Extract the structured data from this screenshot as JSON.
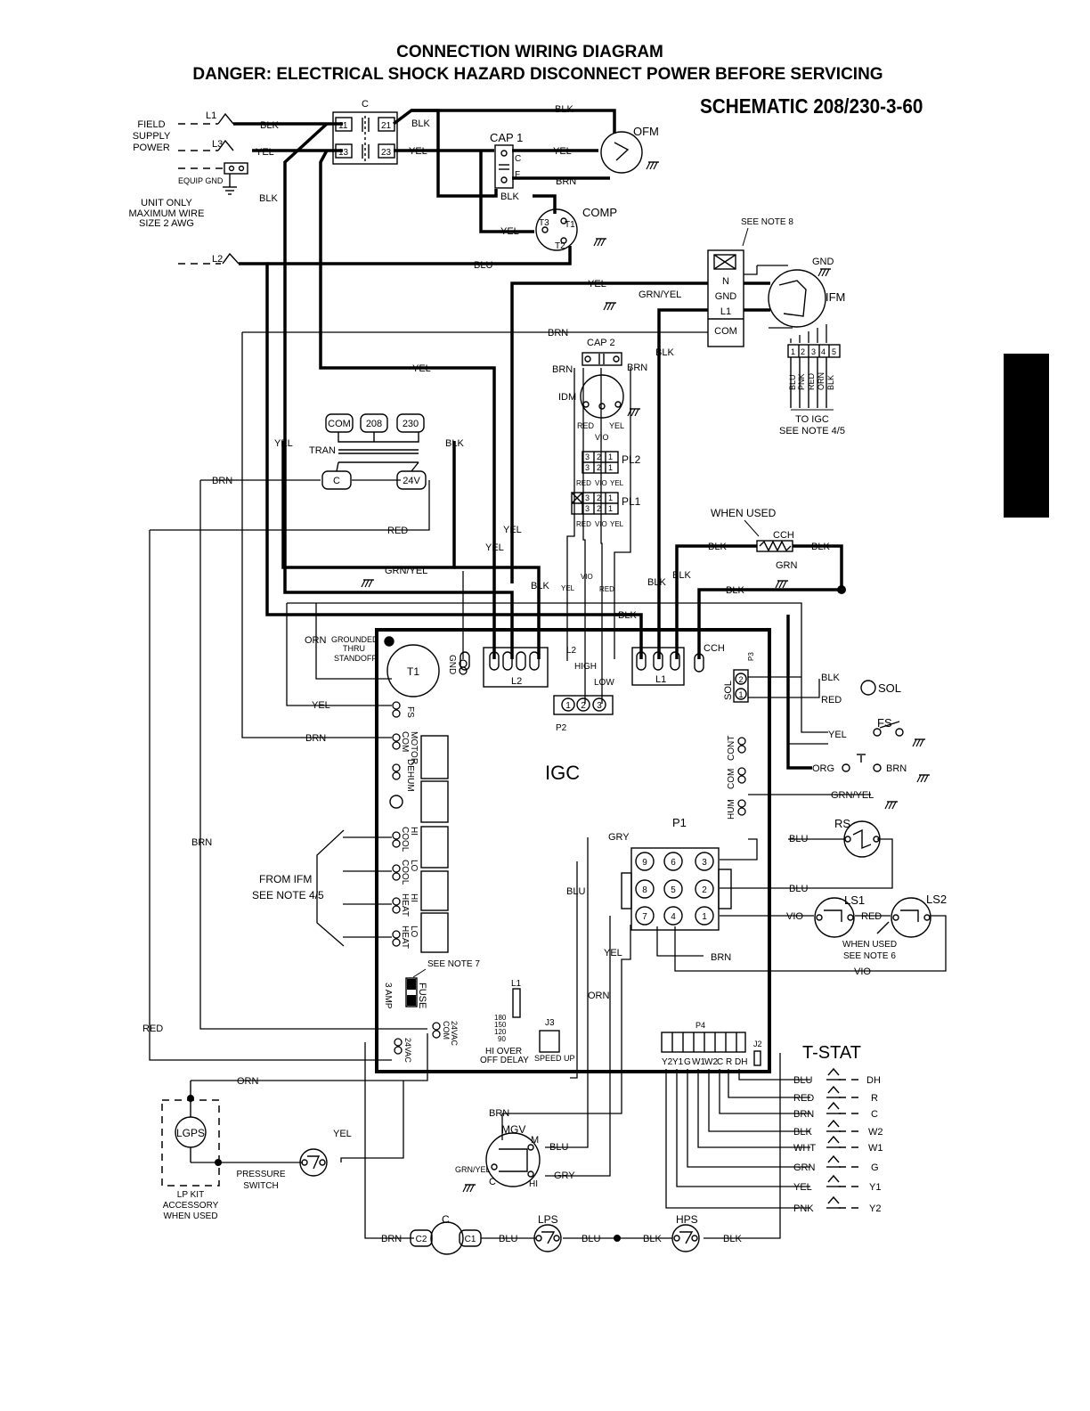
{
  "header": {
    "title": "CONNECTION WIRING DIAGRAM",
    "danger": "DANGER:  ELECTRICAL SHOCK HAZARD DISCONNECT POWER BEFORE SERVICING",
    "schematic": "SCHEMATIC  208/230-3-60"
  },
  "supply": {
    "field1": "FIELD",
    "field2": "SUPPLY",
    "field3": "POWER",
    "l1": "L1",
    "l2": "L2",
    "l3": "L3",
    "equip_gnd": "EQUIP GND",
    "unit1": "UNIT ONLY",
    "unit2": "MAXIMUM WIRE",
    "unit3": "SIZE 2 AWG"
  },
  "contactor": {
    "label": "C",
    "t11": "11",
    "t13": "13",
    "t21": "21",
    "t23": "23"
  },
  "wires": {
    "blk": "BLK",
    "yel": "YEL",
    "brn": "BRN",
    "blu": "BLU",
    "red": "RED",
    "org": "ORG",
    "orn": "ORN",
    "grn": "GRN",
    "wht": "WHT",
    "gry": "GRY",
    "vio": "VIO",
    "pnk": "PNK",
    "grn_yel": "GRN/YEL",
    "grn_yel2": "GRN/YEL"
  },
  "components": {
    "ofm": "OFM",
    "cap1": "CAP 1",
    "cap_c": "C",
    "cap_f": "F",
    "comp": "COMP",
    "t1": "T1",
    "t2": "T2",
    "t3": "T3",
    "see_note8": "SEE NOTE 8",
    "gnd": "GND",
    "ifm": "IFM",
    "ifm_n": "N",
    "ifm_gnd": "GND",
    "ifm_l1": "L1",
    "ifm_com": "COM",
    "plug_nums": [
      "1",
      "2",
      "3",
      "4",
      "5"
    ],
    "plug_cols": [
      "BLU",
      "PNK",
      "RED",
      "ORN",
      "BLK"
    ],
    "to_igc": "TO IGC",
    "see_note45": "SEE NOTE 4/5",
    "cap2": "CAP 2",
    "idm": "IDM",
    "tran": "TRAN",
    "tran_com": "COM",
    "tran_208": "208",
    "tran_230": "230",
    "tran_c": "C",
    "tran_24v": "24V",
    "pl2": "PL2",
    "pl1": "PL1",
    "pl_nums_a": [
      "3",
      "2",
      "1"
    ],
    "when_used": "WHEN USED",
    "cch": "CCH"
  },
  "igc": {
    "name": "IGC",
    "t1": "T1",
    "gnd": "GND",
    "grounded1": "GROUNDED",
    "grounded2": "THRU",
    "grounded3": "STANDOFF",
    "l2": "L2",
    "l1": "L1",
    "cch": "CCH",
    "p2_l2": "L2",
    "p2_high": "HIGH",
    "p2_low": "LOW",
    "p2": "P2",
    "p2_pins": [
      "1",
      "2",
      "3"
    ],
    "p3": "P3",
    "sol": "SOL",
    "p3_pins": [
      "2",
      "1"
    ],
    "fs": "FS",
    "motor_com1": "MOTOR",
    "motor_com2": "COM",
    "dehum": "DEHUM",
    "hi_cool1": "HI",
    "hi_cool2": "COOL",
    "lo_cool1": "LO",
    "lo_cool2": "COOL",
    "hi_heat1": "HI",
    "hi_heat2": "HEAT",
    "lo_heat1": "LO",
    "lo_heat2": "HEAT",
    "cont": "CONT",
    "com": "COM",
    "hum": "HUM",
    "p1": "P1",
    "p1_pins": [
      "9",
      "6",
      "3",
      "8",
      "5",
      "2",
      "7",
      "4",
      "1"
    ],
    "see_note7": "SEE NOTE 7",
    "fuse": "FUSE",
    "amp": "3 AMP",
    "l1_small": "L1",
    "delay_vals": [
      "180",
      "150",
      "120",
      "90"
    ],
    "hi_over": "HI OVER",
    "off_delay": "OFF DELAY",
    "j3": "J3",
    "speed_up": "SPEED UP",
    "v24_com1": "24VAC",
    "v24_com2": "COM",
    "v24": "24VAC",
    "p4": "P4",
    "j2": "J2",
    "p4_terms": [
      "Y2",
      "Y1",
      "G",
      "W1",
      "W2",
      "C",
      "R",
      "DH"
    ]
  },
  "external": {
    "sol": "SOL",
    "fs": "FS",
    "rs": "RS",
    "ls1": "LS1",
    "ls2": "LS2",
    "when_used6a": "WHEN USED",
    "when_used6b": "SEE NOTE 6",
    "from_ifm1": "FROM IFM",
    "from_ifm2": "SEE NOTE 4/5",
    "tstat": "T-STAT",
    "tstat_terms": [
      "DH",
      "R",
      "C",
      "W2",
      "W1",
      "G",
      "Y1",
      "Y2"
    ],
    "tstat_wires": [
      "BLU",
      "RED",
      "BRN",
      "BLK",
      "WHT",
      "GRN",
      "YEL",
      "PNK"
    ],
    "lgps": "LGPS",
    "lp_kit1": "LP KIT",
    "lp_kit2": "ACCESSORY",
    "lp_kit3": "WHEN USED",
    "pressure1": "PRESSURE",
    "pressure2": "SWITCH",
    "mgv": "MGV",
    "mgv_m": "M",
    "mgv_c": "C",
    "mgv_hi": "HI",
    "c": "C",
    "c2": "C2",
    "c1": "C1",
    "lps": "LPS",
    "hps": "HPS"
  }
}
